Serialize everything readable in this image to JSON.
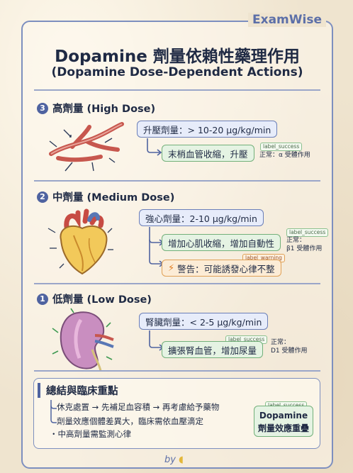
{
  "brand": "ExamWise",
  "title": "Dopamine 劑量依賴性藥理作用",
  "subtitle": "(Dopamine Dose-Dependent Actions)",
  "colors": {
    "accent": "#4f63a0",
    "success": "#73b07a",
    "warning": "#e0a157",
    "paper": "#efe4cf"
  },
  "high": {
    "number": "3",
    "title": "高劑量 (High Dose)",
    "dose": "升壓劑量：> 10-20 μg/kg/min",
    "effect": "末梢血管收縮，升壓",
    "tag": "label_success",
    "note": "正常：α 受體作用",
    "illustration": "blood-vessels-constricting"
  },
  "medium": {
    "number": "2",
    "title": "中劑量 (Medium Dose)",
    "dose": "強心劑量：2-10 μg/kg/min",
    "effect": "增加心肌收縮，增加自動性",
    "tag": "label_success",
    "note_1": "正常：",
    "note_2": "β1 受體作用",
    "warning_tag": "label_warning",
    "warning": "警告：可能誘發心律不整",
    "warning_icon": "lightning-icon",
    "illustration": "heart"
  },
  "low": {
    "number": "1",
    "title": "低劑量 (Low Dose)",
    "dose": "腎臟劑量：< 2-5 μg/kg/min",
    "effect": "擴張腎血管，增加尿量",
    "tag": "label_success",
    "note_1": "正常：",
    "note_2": "D1 受體作用",
    "illustration": "kidney"
  },
  "summary": {
    "title": "總結與臨床重點",
    "line1": "休克處置 → 先補足血容積 → 再考慮給予藥物",
    "line2": "劑量效應個體差異大，臨床需依血壓滴定",
    "line3": "・中高劑量需監測心律",
    "box_tag": "label_success",
    "box_line1": "Dopamine",
    "box_line2": "劑量效應重疊"
  },
  "footer": "by"
}
